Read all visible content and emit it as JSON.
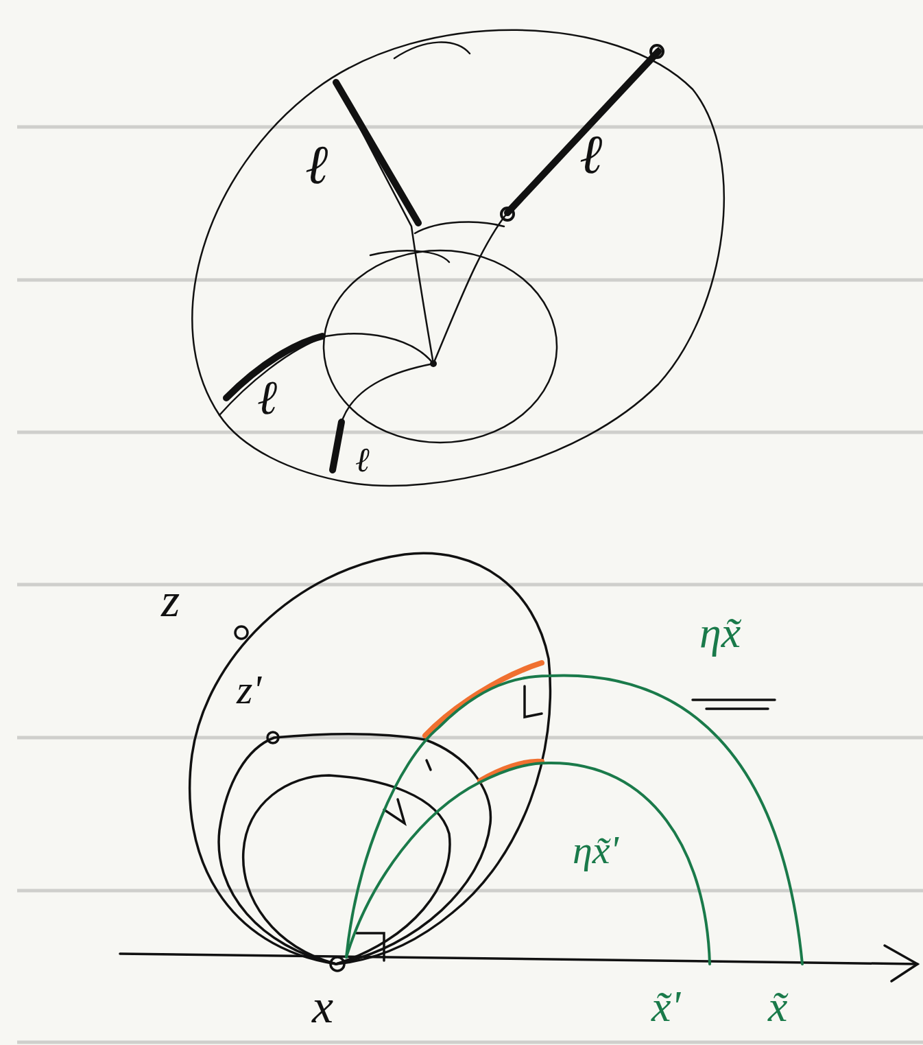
{
  "diagram": {
    "labels": [
      "ℓ",
      "ℓ",
      "ℓ",
      "ℓ",
      "z",
      "z'",
      "x",
      "ηx̃",
      "ηx̃'",
      "x̃'",
      "x̃"
    ]
  }
}
